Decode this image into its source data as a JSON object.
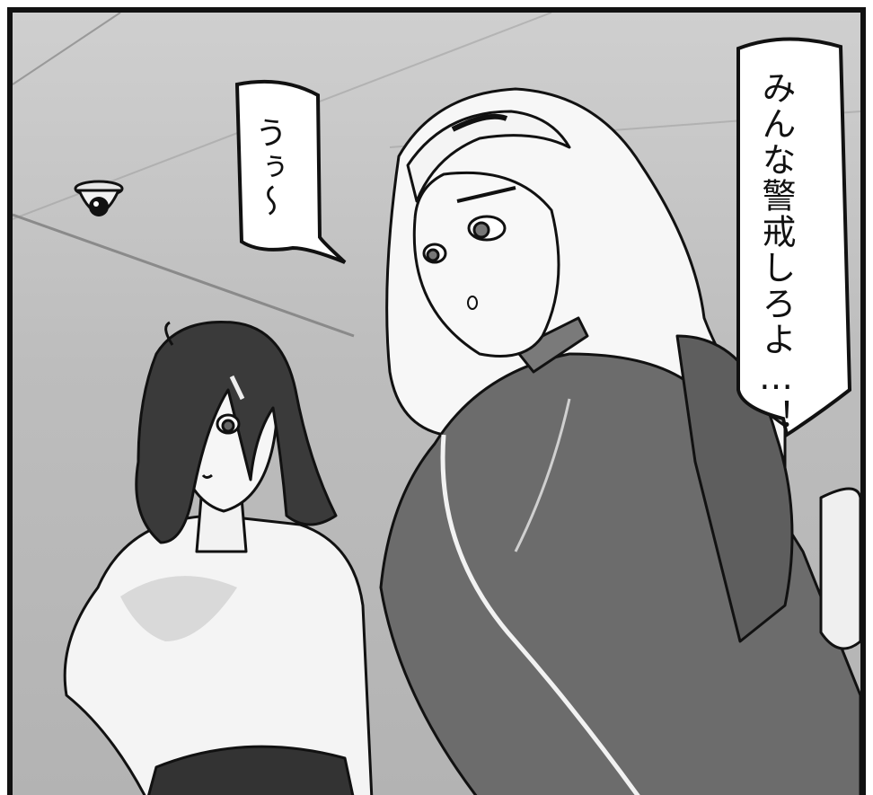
{
  "panel": {
    "speech_bubbles": [
      {
        "id": "main",
        "text": "みんな警戒しろよ…！"
      },
      {
        "id": "small",
        "text": "うぅ～"
      }
    ],
    "objects": [
      {
        "name": "security-camera",
        "description_label": "camera"
      },
      {
        "name": "dark-haired-character"
      },
      {
        "name": "light-haired-character"
      }
    ]
  },
  "colors": {
    "frame": "#111111",
    "wall": "#c4c4c4",
    "outfit": "#6c6c6c"
  }
}
